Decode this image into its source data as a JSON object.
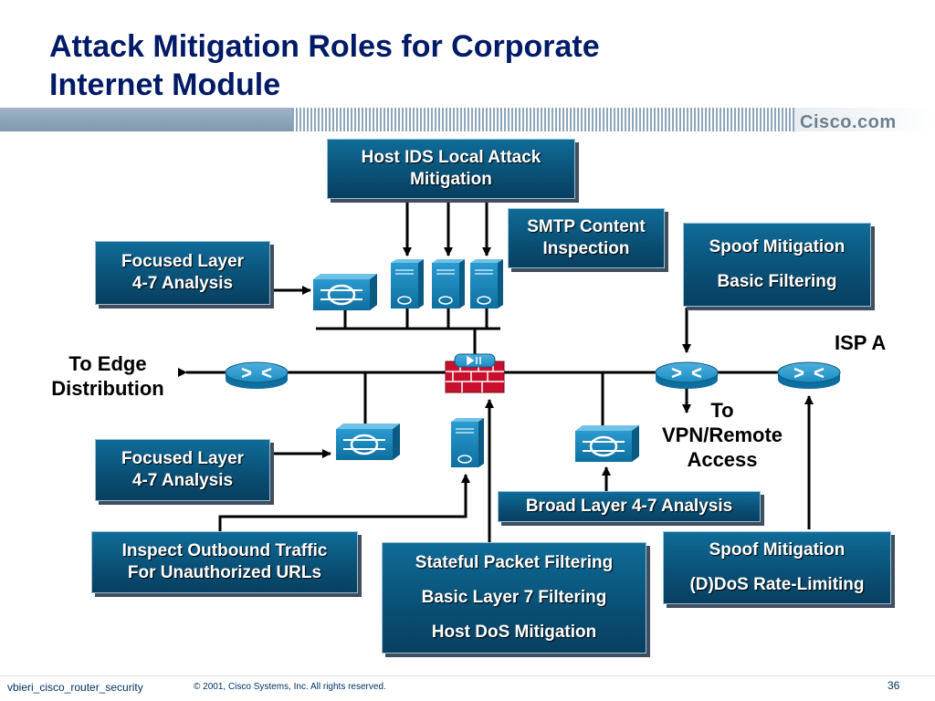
{
  "title": {
    "line1": "Attack Mitigation Roles for Corporate",
    "line2": "Internet Module"
  },
  "brand": "Cisco.com",
  "boxes": {
    "host_ids": [
      "Host IDS Local Attack",
      "Mitigation"
    ],
    "smtp": [
      "SMTP Content",
      "Inspection"
    ],
    "spoof_top": [
      "Spoof Mitigation",
      "Basic Filtering"
    ],
    "focused_top": [
      "Focused Layer",
      "4-7 Analysis"
    ],
    "focused_bottom": [
      "Focused Layer",
      "4-7 Analysis"
    ],
    "broad": [
      "Broad Layer 4-7 Analysis"
    ],
    "inspect_outbound": [
      "Inspect Outbound Traffic",
      "For Unauthorized URLs"
    ],
    "stateful": [
      "Stateful Packet Filtering",
      "Basic Layer 7 Filtering",
      "Host DoS Mitigation"
    ],
    "spoof_bottom": [
      "Spoof Mitigation",
      "(D)DoS Rate-Limiting"
    ]
  },
  "labels": {
    "isp": "ISP A",
    "edge": [
      "To Edge",
      "Distribution"
    ],
    "vpn": [
      "To",
      "VPN/Remote",
      "Access"
    ]
  },
  "footer": {
    "left": "vbieri_cisco_router_security",
    "middle": "© 2001, Cisco Systems, Inc. All rights reserved.",
    "page": "36"
  },
  "colors": {
    "box_fill": "#0a5177",
    "title": "#001a66",
    "device_blue": "#1b8cc2",
    "firewall_red": "#c8102e"
  }
}
